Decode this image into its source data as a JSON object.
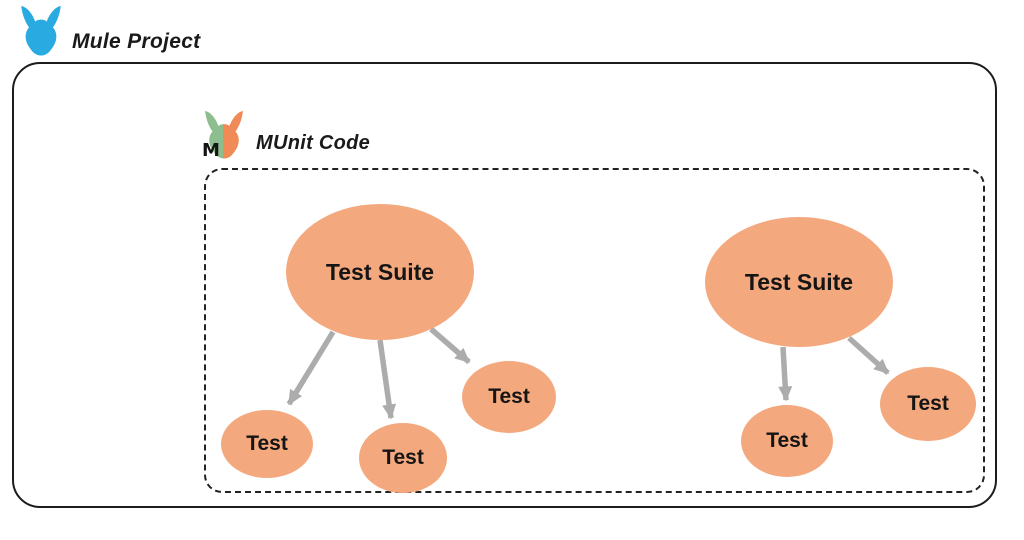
{
  "header": {
    "title": "Mule Project",
    "logo": "mule-icon"
  },
  "munit_section": {
    "title": "MUnit Code",
    "logo": "munit-icon"
  },
  "colors": {
    "node_fill": "#F4A87E",
    "arrow_gray": "#ACACAC",
    "mule_blue": "#29ABE2",
    "munit_green": "#8FBE8E",
    "munit_orange": "#F08A57",
    "border_black": "#1C1C1C"
  },
  "diagram": {
    "clusters": [
      {
        "suite_label": "Test Suite",
        "test_labels": [
          "Test",
          "Test",
          "Test"
        ]
      },
      {
        "suite_label": "Test Suite",
        "test_labels": [
          "Test",
          "Test"
        ]
      }
    ]
  }
}
